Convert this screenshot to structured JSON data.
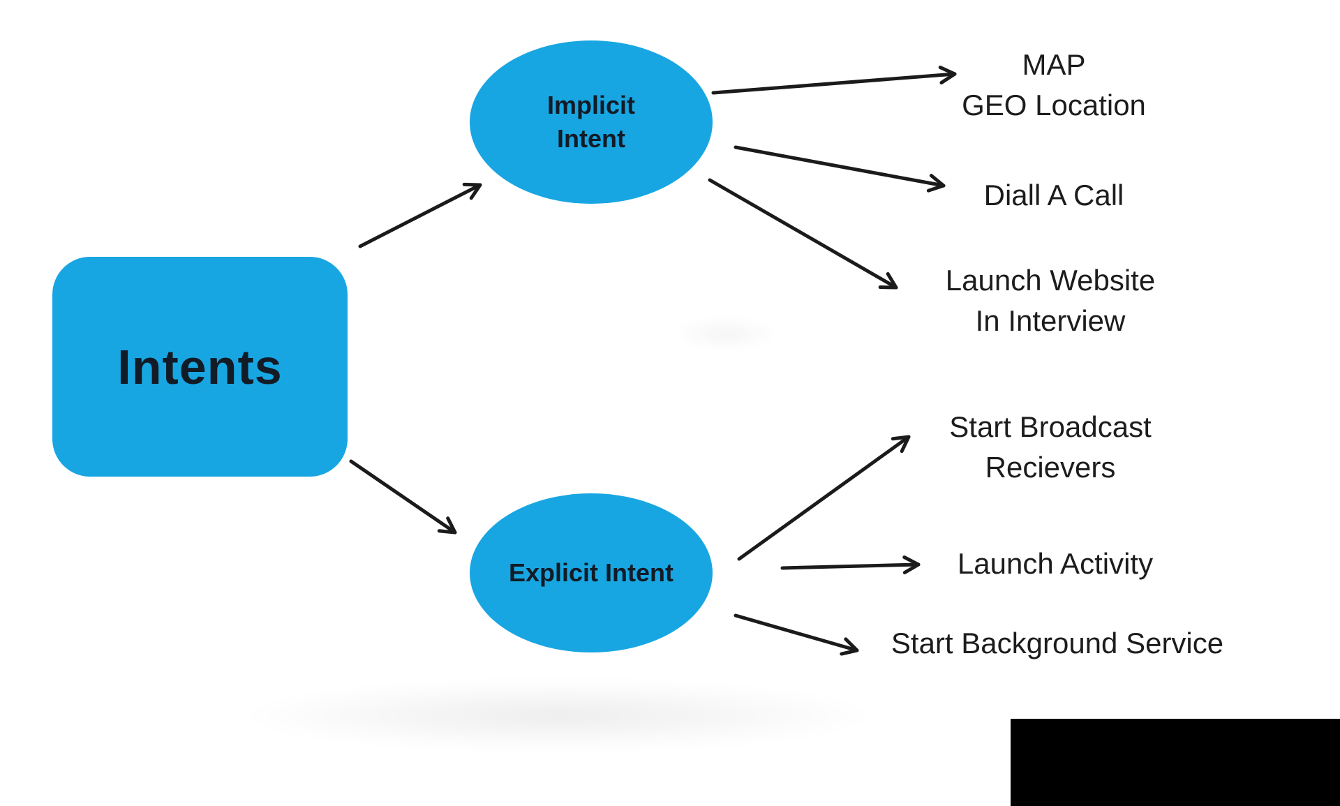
{
  "diagram": {
    "root_label": "Intents",
    "implicit_node": {
      "line1": "Implicit",
      "line2": "Intent"
    },
    "explicit_node": {
      "label": "Explicit Intent"
    },
    "implicit_targets": [
      {
        "line1": "MAP",
        "line2": "GEO Location"
      },
      {
        "line1": "Diall A Call"
      },
      {
        "line1": "Launch Website",
        "line2": "In Interview"
      }
    ],
    "explicit_targets": [
      {
        "line1": "Start Broadcast",
        "line2": "Recievers"
      },
      {
        "line1": "Launch Activity"
      },
      {
        "line1": "Start Background Service"
      }
    ]
  },
  "colors": {
    "node-fill": "#18A6E2",
    "arrow": "#1b1b1b",
    "node-text": "#121b26",
    "label-text": "#1c1c1c"
  }
}
